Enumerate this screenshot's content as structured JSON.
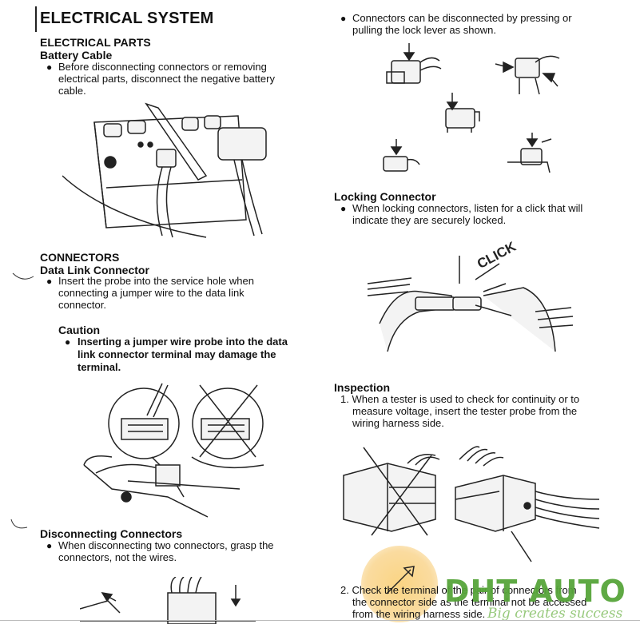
{
  "left": {
    "title": "ELECTRICAL SYSTEM",
    "parts_heading": "ELECTRICAL PARTS",
    "battery_heading": "Battery Cable",
    "battery_text": [
      "Before disconnecting connectors or removing",
      "electrical parts, disconnect the negative battery",
      "cable."
    ],
    "connectors_heading": "CONNECTORS",
    "dlc_heading": "Data Link Connector",
    "dlc_text": [
      "Insert the probe into the service hole when",
      "connecting a jumper wire to the data link",
      "connector."
    ],
    "caution_heading": "Caution",
    "caution_text": [
      "Inserting a jumper wire probe into the data",
      "link connector terminal may damage the",
      "terminal."
    ],
    "disc_heading": "Disconnecting Connectors",
    "disc_text": [
      "When disconnecting two connectors, grasp the",
      "connectors, not the wires."
    ]
  },
  "right": {
    "lock_lever_text": [
      "Connectors can be disconnected by pressing or",
      "pulling the lock lever as shown."
    ],
    "locking_heading": "Locking Connector",
    "locking_text": [
      "When locking connectors, listen for a click that will",
      "indicate they are securely locked."
    ],
    "click_label": "CLICK",
    "inspection_heading": "Inspection",
    "inspection_1": [
      "1. When a tester is used to check for continuity or to",
      "measure voltage, insert the tester probe from the",
      "wiring harness side."
    ],
    "inspection_2": [
      "2. Check the terminal of the pair of connectors from",
      "the connector side as the terminal not be accessed",
      "from the wiring harness side."
    ]
  },
  "watermark": {
    "brand": "DHT AUTO",
    "tagline": "Big creates success",
    "accent": "#57a53a"
  },
  "bullet_glyph": "●"
}
